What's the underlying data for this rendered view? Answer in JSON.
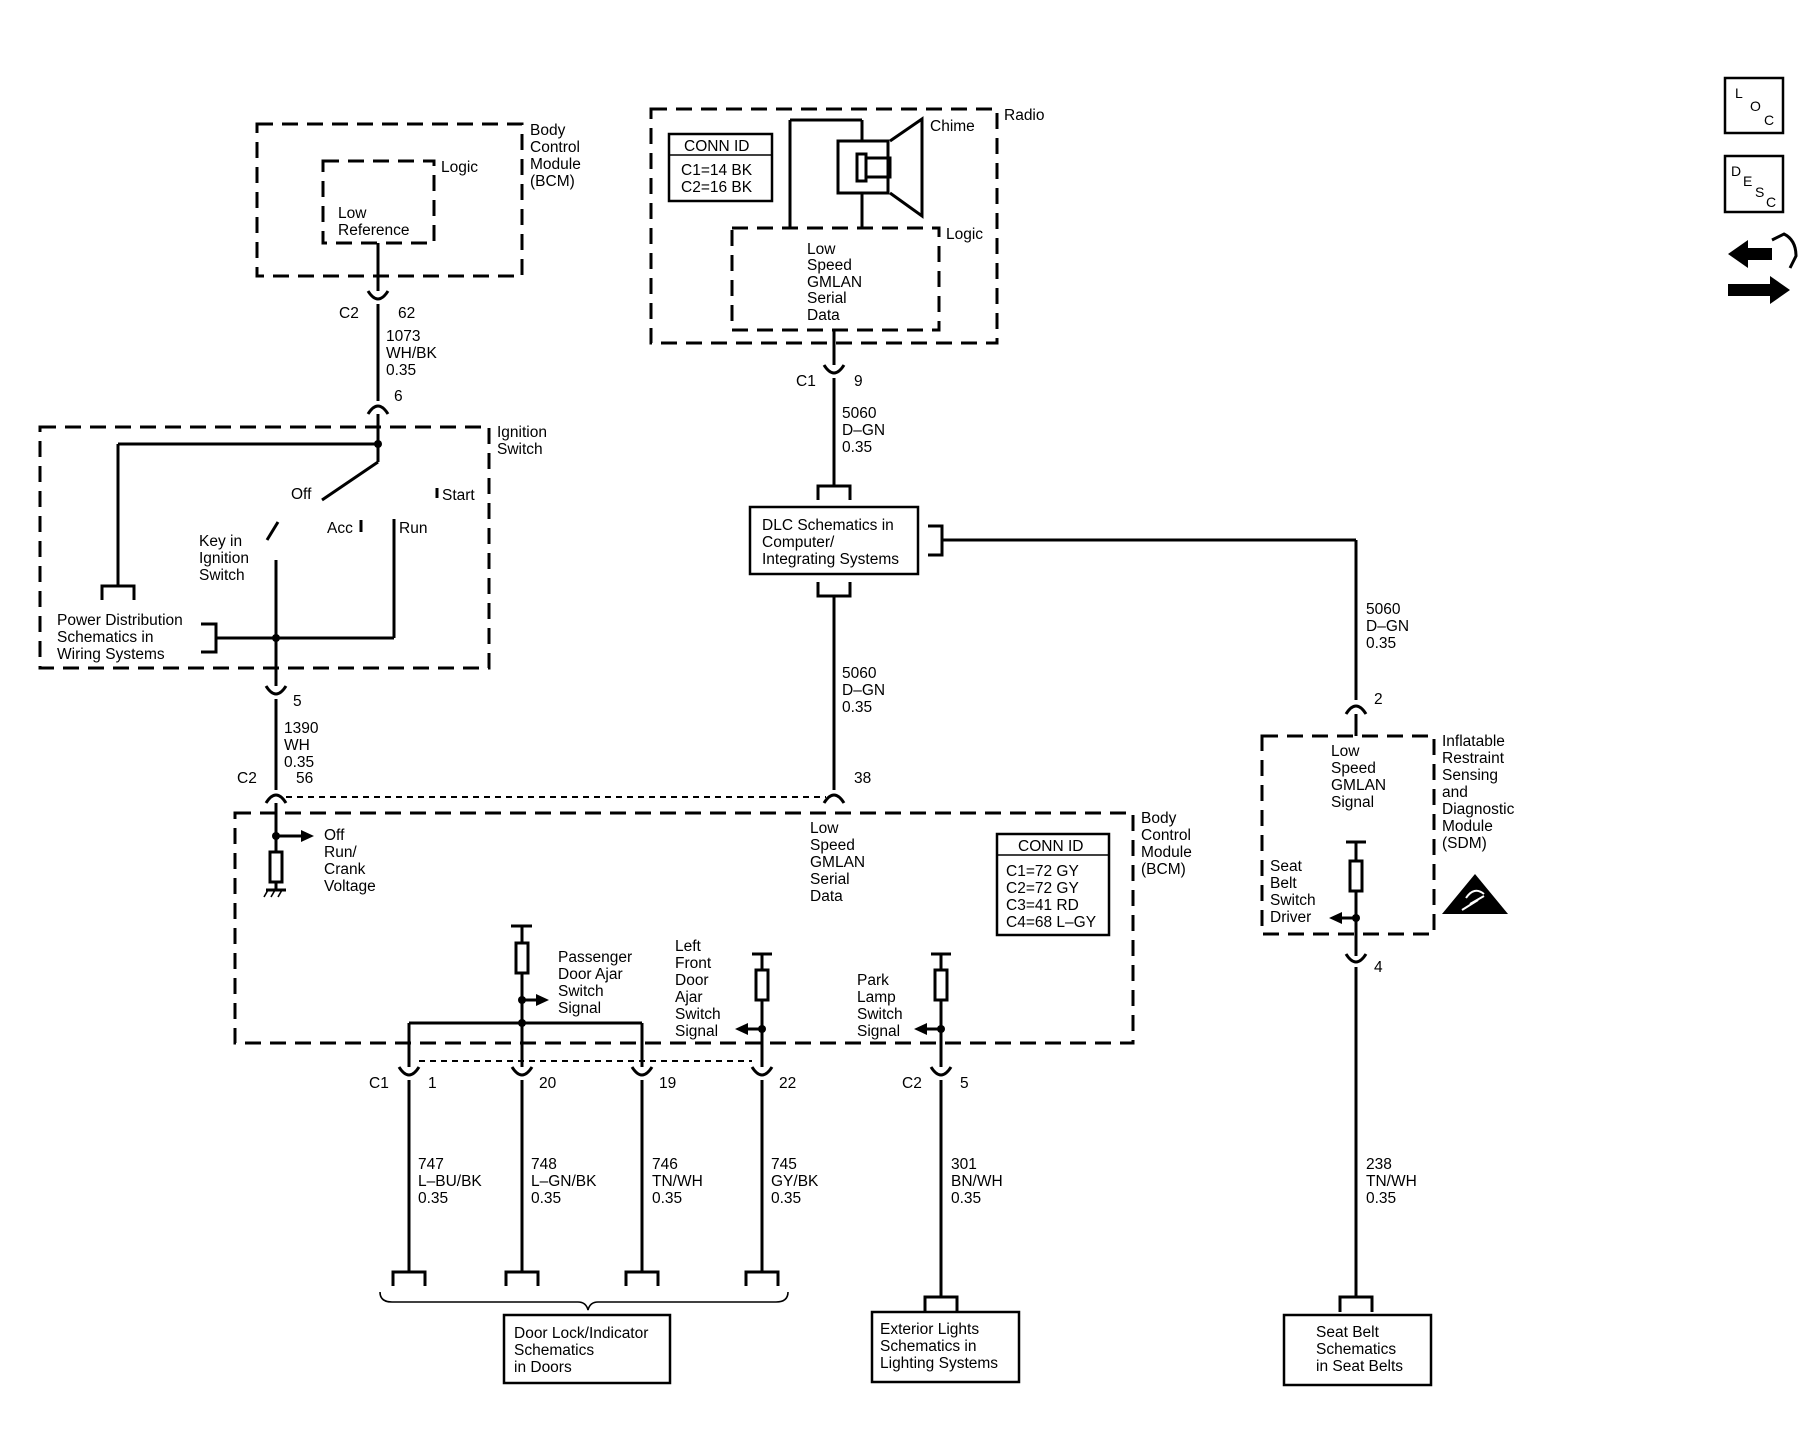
{
  "bcm_top": {
    "lines": [
      "Body",
      "Control",
      "Module",
      "(BCM)"
    ],
    "logic": "Logic",
    "ref": [
      "Low",
      "Reference"
    ]
  },
  "conn_c2_62": {
    "conn": "C2",
    "pin": "62"
  },
  "wire_1073": {
    "lines": [
      "1073",
      "WH/BK",
      "0.35"
    ]
  },
  "pin_6": "6",
  "ign": {
    "title": [
      "Ignition",
      "Switch"
    ],
    "off": "Off",
    "acc": "Acc",
    "run": "Run",
    "start": "Start",
    "key": [
      "Key in",
      "Ignition",
      "Switch"
    ],
    "pds": [
      "Power Distribution",
      "Schematics in",
      "Wiring Systems"
    ]
  },
  "pin_5_top": "5",
  "wire_1390": {
    "lines": [
      "1390",
      "WH",
      "0.35"
    ]
  },
  "conn_c2_56": {
    "conn": "C2",
    "pin": "56"
  },
  "radio": {
    "title": "Radio",
    "chime": "Chime",
    "logic": "Logic",
    "conn_id": {
      "title": "CONN ID",
      "rows": [
        "C1=14 BK",
        "C2=16 BK"
      ]
    },
    "gmlan": [
      "Low",
      "Speed",
      "GMLAN",
      "Serial",
      "Data"
    ]
  },
  "conn_c1_9": {
    "conn": "C1",
    "pin": "9"
  },
  "wire_5060_a": {
    "lines": [
      "5060",
      "D–GN",
      "0.35"
    ]
  },
  "dlc": {
    "lines": [
      "DLC Schematics in",
      "Computer/",
      "Integrating Systems"
    ]
  },
  "wire_5060_b": {
    "lines": [
      "5060",
      "D–GN",
      "0.35"
    ]
  },
  "wire_5060_c": {
    "lines": [
      "5060",
      "D–GN",
      "0.35"
    ]
  },
  "pin_38": "38",
  "bcm_main": {
    "lines": [
      "Body",
      "Control",
      "Module",
      "(BCM)"
    ],
    "voltage": [
      "Off",
      "Run/",
      "Crank",
      "Voltage"
    ],
    "gmlan": [
      "Low",
      "Speed",
      "GMLAN",
      "Serial",
      "Data"
    ],
    "conn_id": {
      "title": "CONN ID",
      "rows": [
        "C1=72 GY",
        "C2=72 GY",
        "C3=41 RD",
        "C4=68 L–GY"
      ]
    },
    "pass_door": [
      "Passenger",
      "Door Ajar",
      "Switch",
      "Signal"
    ],
    "lf_door": [
      "Left",
      "Front",
      "Door",
      "Ajar",
      "Switch",
      "Signal"
    ],
    "park": [
      "Park",
      "Lamp",
      "Switch",
      "Signal"
    ]
  },
  "c1_row": {
    "conn": "C1",
    "pins": [
      "1",
      "20",
      "19",
      "22"
    ]
  },
  "c2_5": {
    "conn": "C2",
    "pin": "5"
  },
  "wires_bottom": [
    {
      "lines": [
        "747",
        "L–BU/BK",
        "0.35"
      ]
    },
    {
      "lines": [
        "748",
        "L–GN/BK",
        "0.35"
      ]
    },
    {
      "lines": [
        "746",
        "TN/WH",
        "0.35"
      ]
    },
    {
      "lines": [
        "745",
        "GY/BK",
        "0.35"
      ]
    },
    {
      "lines": [
        "301",
        "BN/WH",
        "0.35"
      ]
    }
  ],
  "sdm": {
    "title": [
      "Inflatable",
      "Restraint",
      "Sensing",
      "and",
      "Diagnostic",
      "Module",
      "(SDM)"
    ],
    "gmlan": [
      "Low",
      "Speed",
      "GMLAN",
      "Signal"
    ],
    "seat": [
      "Seat",
      "Belt",
      "Switch",
      "Driver"
    ],
    "pin_2": "2",
    "pin_4": "4"
  },
  "wire_238": {
    "lines": [
      "238",
      "TN/WH",
      "0.35"
    ]
  },
  "dest_doors": [
    "Door Lock/Indicator",
    "Schematics",
    "in Doors"
  ],
  "dest_lights": [
    "Exterior Lights",
    "Schematics in",
    "Lighting Systems"
  ],
  "dest_seat": [
    "Seat Belt",
    "Schematics",
    "in Seat Belts"
  ],
  "side_icons": [
    {
      "name": "loc-icon",
      "letters": [
        "L",
        "O",
        "C"
      ]
    },
    {
      "name": "desc-icon",
      "letters": [
        "D",
        "E",
        "S",
        "C"
      ]
    }
  ]
}
